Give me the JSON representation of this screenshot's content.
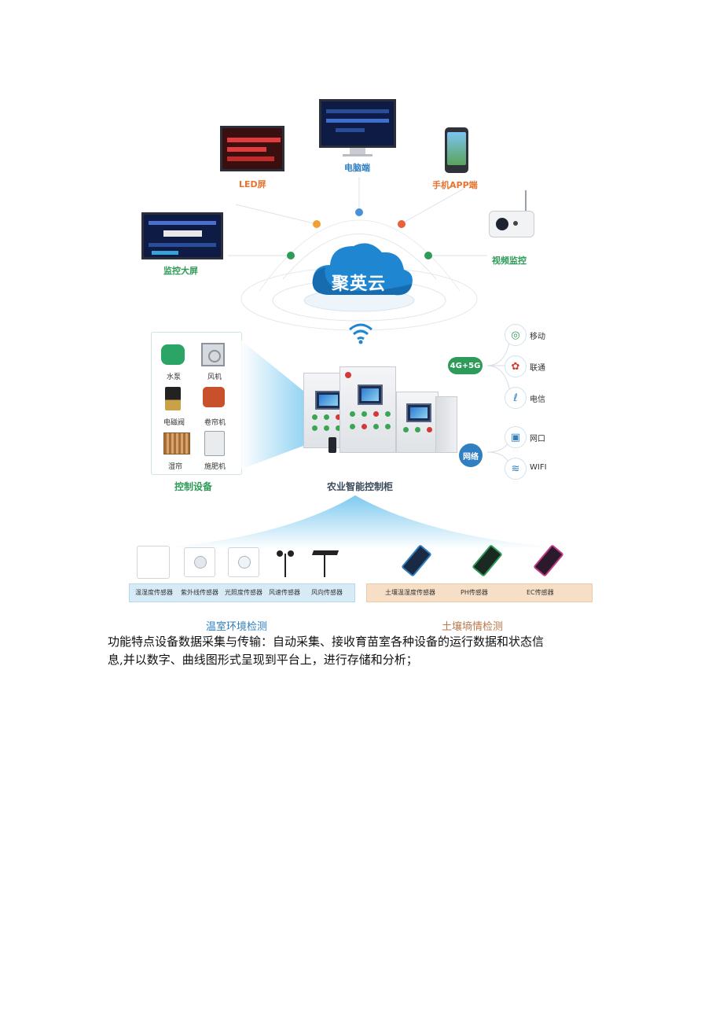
{
  "diagram": {
    "cloud_label": "聚英云",
    "top_nodes": {
      "pc": "电脑端",
      "led": "LED屏",
      "app": "手机APP端",
      "big_screen": "监控大屏",
      "video": "视频监控"
    },
    "control_devices": {
      "title": "控制设备",
      "items": [
        "水泵",
        "风机",
        "电磁阀",
        "卷帘机",
        "湿帘",
        "施肥机"
      ]
    },
    "cabinet_label": "农业智能控制柜",
    "network": {
      "cellular_badge": "4G+5G",
      "carriers": [
        "移动",
        "联通",
        "电信"
      ],
      "wired_badge": "网络",
      "wired": [
        "网口",
        "WIFI"
      ]
    },
    "sensors_env": [
      "温湿度传感器",
      "紫外线传感器",
      "光照度传感器",
      "风速传感器",
      "风向传感器"
    ],
    "sensors_soil": [
      "土壤温湿度传感器",
      "PH传感器",
      "EC传感器"
    ],
    "caption_env": "温室环境检测",
    "caption_soil": "土壤墒情检测",
    "colors": {
      "accent_orange": "#e9732d",
      "accent_blue": "#2f7fc1",
      "cloud_blue": "#1f86d1",
      "green": "#2e9b58"
    }
  },
  "paragraph": {
    "line1": "功能特点设备数据采集与传输：自动采集、接收育苗室各种设备的运行数据和状态信",
    "line2": "息,并以数字、曲线图形式呈现到平台上，进行存储和分析；"
  }
}
